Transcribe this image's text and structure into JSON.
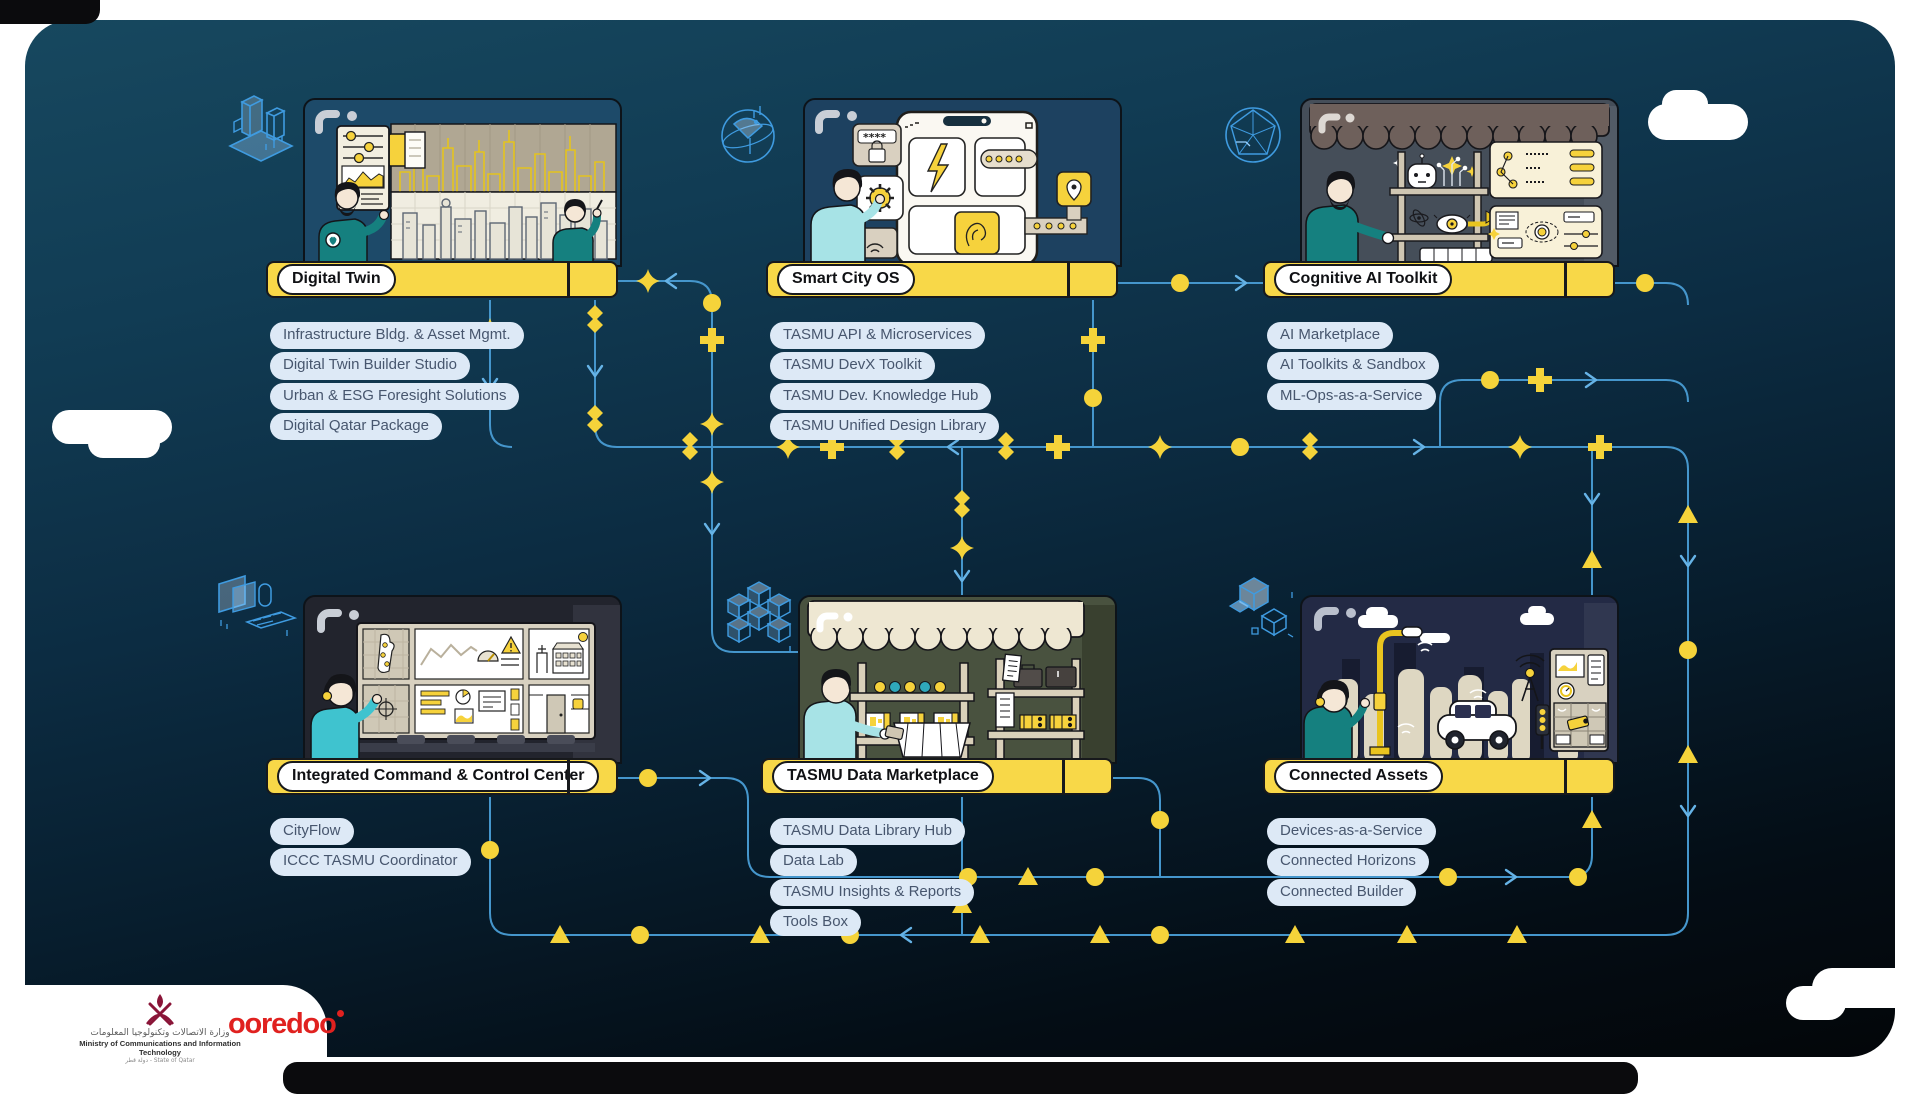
{
  "brand": {
    "accent_yellow": "#F8D848",
    "line_blue": "#4596CC",
    "pill_bg": "#DDE9F6",
    "pill_text": "#47566E",
    "canvas_top": "#17485F",
    "canvas_bottom": "#030609",
    "ministry_maroon": "#8A1538",
    "ooredoo_red": "#E0211F"
  },
  "panels": [
    {
      "id": "digital-twin",
      "title": "Digital Twin",
      "items": [
        "Infrastructure Bldg. & Asset Mgmt.",
        "Digital Twin Builder Studio",
        "Urban & ESG Foresight Solutions",
        "Digital Qatar Package"
      ]
    },
    {
      "id": "smart-city-os",
      "title": "Smart City OS",
      "items": [
        "TASMU API & Microservices",
        "TASMU DevX Toolkit",
        "TASMU Dev. Knowledge Hub",
        "TASMU Unified Design Library"
      ]
    },
    {
      "id": "cognitive-ai-toolkit",
      "title": "Cognitive AI Toolkit",
      "items": [
        "AI Marketplace",
        "AI Toolkits & Sandbox",
        "ML-Ops-as-a-Service"
      ]
    },
    {
      "id": "iccc",
      "title": "Integrated Command & Control Center",
      "items": [
        "CityFlow",
        "ICCC TASMU Coordinator"
      ]
    },
    {
      "id": "tasmu-data-marketplace",
      "title": "TASMU Data Marketplace",
      "items": [
        "TASMU Data Library Hub",
        "Data Lab",
        "TASMU Insights & Reports",
        "Tools Box"
      ]
    },
    {
      "id": "connected-assets",
      "title": "Connected Assets",
      "items": [
        "Devices-as-a-Service",
        "Connected Horizons",
        "Connected Builder"
      ]
    }
  ],
  "footer": {
    "ministry_logo": {
      "arabic": "وزارة الاتصالات وتكنولوجيا المعلومات",
      "english": "Ministry of Communications and Information Technology",
      "sub": "دولة قطر - State of Qatar"
    },
    "ooredoo_logo": {
      "text": "ooredoo"
    }
  }
}
